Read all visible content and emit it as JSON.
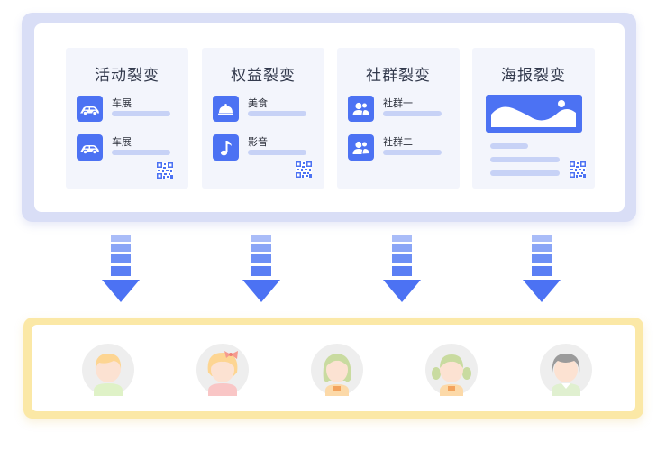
{
  "colors": {
    "accent": "#4c72f3",
    "accent_light": "#c7d2f6",
    "top_frame": "#d9def6",
    "bottom_frame": "#fbe8a6",
    "card_bg": "#f3f5fc"
  },
  "cards": [
    {
      "title": "活动裂变",
      "items": [
        {
          "label": "车展",
          "icon": "car-icon"
        },
        {
          "label": "车展",
          "icon": "car-icon"
        }
      ],
      "qr_icon": "qr-code-icon"
    },
    {
      "title": "权益裂变",
      "items": [
        {
          "label": "美食",
          "icon": "food-cloche-icon"
        },
        {
          "label": "影音",
          "icon": "music-note-icon"
        }
      ],
      "qr_icon": "qr-code-icon"
    },
    {
      "title": "社群裂变",
      "items": [
        {
          "label": "社群一",
          "icon": "group-icon"
        },
        {
          "label": "社群二",
          "icon": "group-icon"
        }
      ]
    },
    {
      "title": "海报裂变",
      "poster_icon": "landscape-image-icon",
      "qr_icon": "qr-code-icon"
    }
  ],
  "arrows": [
    "arrow-down-icon",
    "arrow-down-icon",
    "arrow-down-icon",
    "arrow-down-icon"
  ],
  "avatars": [
    {
      "icon": "boy-avatar-icon"
    },
    {
      "icon": "girl-bow-avatar-icon"
    },
    {
      "icon": "girl-long-hair-avatar-icon"
    },
    {
      "icon": "girl-pigtails-avatar-icon"
    },
    {
      "icon": "elder-avatar-icon"
    }
  ]
}
